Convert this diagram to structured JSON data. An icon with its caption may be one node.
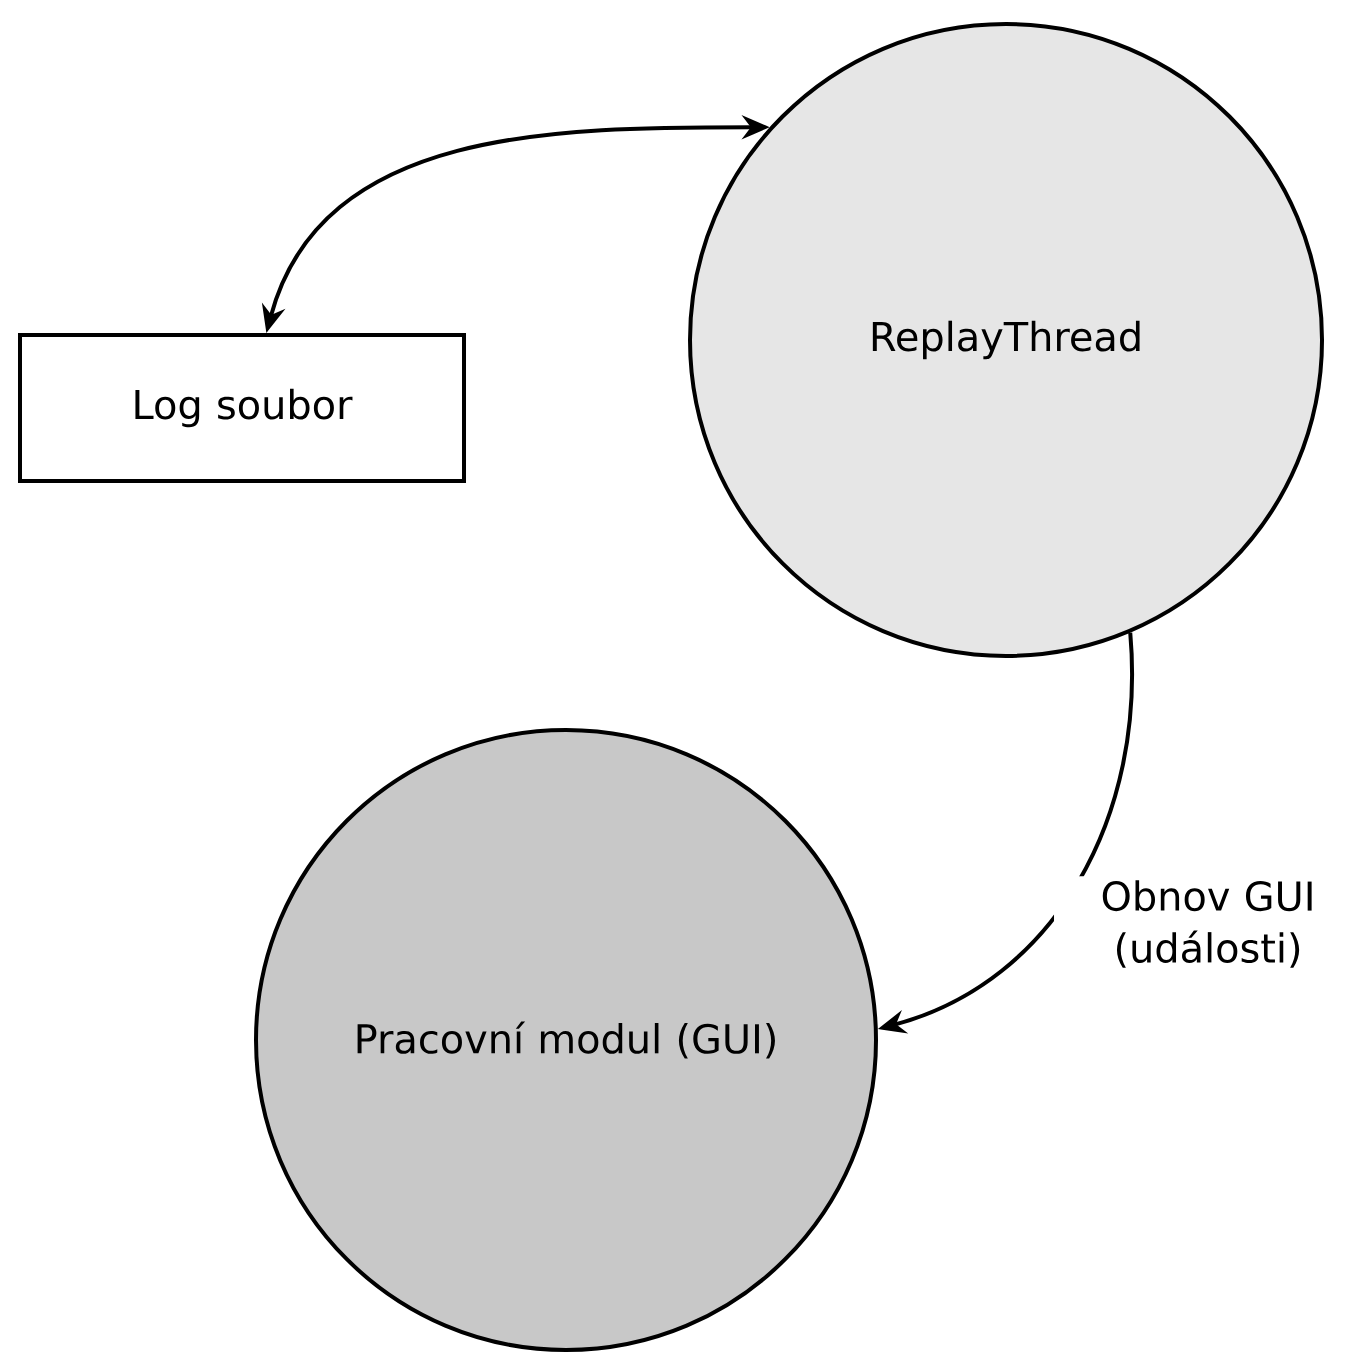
{
  "diagram": {
    "nodes": [
      {
        "text": [
          "ReplayThread"
        ]
      },
      {
        "text": [
          "Log soubor"
        ]
      },
      {
        "text": [
          "Pracovní modul (GUI)"
        ]
      }
    ],
    "edges": [
      {
        "from": 0,
        "to": 1,
        "arrow": "both"
      },
      {
        "from": 0,
        "to": 2,
        "arrow": "to",
        "label": "Obnov GUI (události)"
      }
    ]
  }
}
